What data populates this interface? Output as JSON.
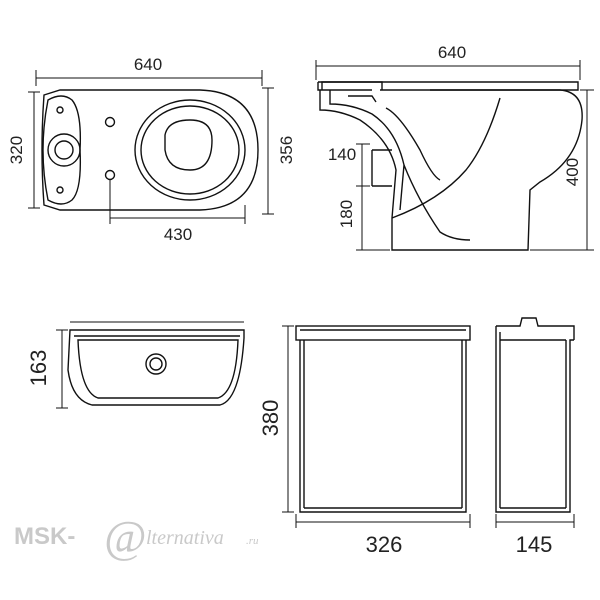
{
  "top_view": {
    "width_label": "640",
    "height_left_label": "320",
    "height_right_label": "356",
    "inner_width_label": "430"
  },
  "side_view": {
    "width_label": "640",
    "outlet_height_label": "140",
    "lower_height_label": "180",
    "total_height_label": "400"
  },
  "cistern_top_view": {
    "depth_label": "163"
  },
  "cistern_front_view": {
    "height_label": "380",
    "width_label": "326"
  },
  "cistern_side_view": {
    "depth_label": "145"
  },
  "watermark": {
    "prefix": "MSK-",
    "at_symbol": "@",
    "suffix": "lternativa",
    "tld": ".ru"
  }
}
